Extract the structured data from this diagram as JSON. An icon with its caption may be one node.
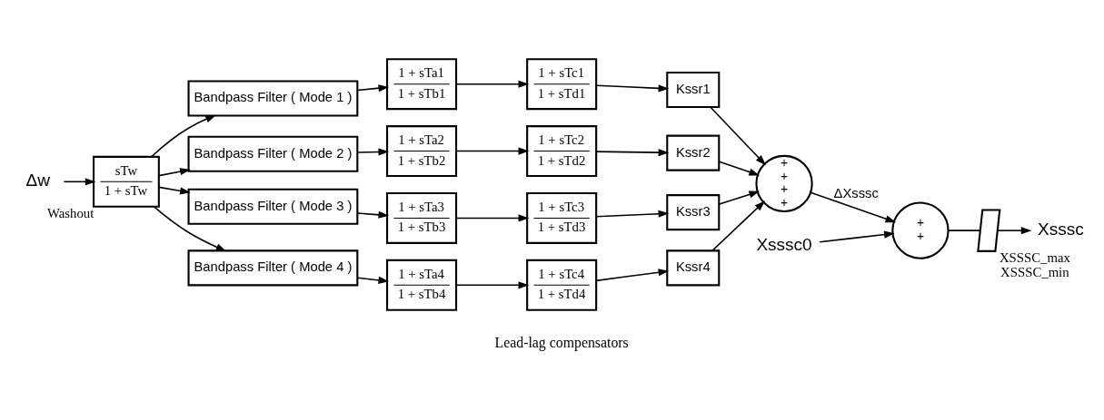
{
  "diagram": {
    "nodes": [
      {
        "text": [
          "Δw"
        ]
      },
      {
        "text": [
          "sTw",
          "1 + sTw"
        ],
        "beside": [
          "Washout"
        ]
      },
      {
        "text": [
          "Bandpass Filter ( Mode 1 )"
        ]
      },
      {
        "text": [
          "1 + sTa1",
          "1 + sTb1"
        ]
      },
      {
        "text": [
          "1 + sTc1",
          "1 + sTd1"
        ]
      },
      {
        "text": [
          "Kssr1"
        ]
      },
      {
        "text": [
          "Bandpass Filter ( Mode 2 )"
        ]
      },
      {
        "text": [
          "1 + sTa2",
          "1 + sTb2"
        ]
      },
      {
        "text": [
          "1 + sTc2",
          "1 + sTd2"
        ]
      },
      {
        "text": [
          "Kssr2"
        ]
      },
      {
        "text": [
          "Bandpass Filter ( Mode 3 )"
        ]
      },
      {
        "text": [
          "1 + sTa3",
          "1 + sTb3"
        ]
      },
      {
        "text": [
          "1 + sTc3",
          "1 + sTd3"
        ]
      },
      {
        "text": [
          "Kssr3"
        ]
      },
      {
        "text": [
          "Bandpass Filter ( Mode 4 )"
        ]
      },
      {
        "text": [
          "1 + sTa4",
          "1 + sTb4"
        ]
      },
      {
        "text": [
          "1 + sTc4",
          "1 + sTd4"
        ]
      },
      {
        "text": [
          "Kssr4"
        ]
      },
      {
        "text": [
          "+",
          "+",
          "+",
          "+"
        ]
      },
      {
        "text": [
          "+",
          "+"
        ]
      },
      {
        "text": [
          "Xsssc0"
        ]
      },
      {
        "text": [],
        "shape": "picture",
        "beside": [
          "XSSSC_max",
          "XSSSC_min"
        ]
      },
      {
        "text": [
          "Xsssc"
        ]
      }
    ],
    "edges": [
      {
        "from": 0,
        "to": 1,
        "arrow": "to"
      },
      {
        "from": 1,
        "to": 2,
        "arrow": "to"
      },
      {
        "from": 1,
        "to": 6,
        "arrow": "to"
      },
      {
        "from": 1,
        "to": 10,
        "arrow": "to"
      },
      {
        "from": 1,
        "to": 14,
        "arrow": "to"
      },
      {
        "from": 2,
        "to": 3,
        "arrow": "to"
      },
      {
        "from": 3,
        "to": 4,
        "arrow": "to"
      },
      {
        "from": 4,
        "to": 5,
        "arrow": "to"
      },
      {
        "from": 5,
        "to": 18,
        "arrow": "to"
      },
      {
        "from": 6,
        "to": 7,
        "arrow": "to"
      },
      {
        "from": 7,
        "to": 8,
        "arrow": "to"
      },
      {
        "from": 8,
        "to": 9,
        "arrow": "to"
      },
      {
        "from": 9,
        "to": 18,
        "arrow": "to"
      },
      {
        "from": 10,
        "to": 11,
        "arrow": "to"
      },
      {
        "from": 11,
        "to": 12,
        "arrow": "to"
      },
      {
        "from": 12,
        "to": 13,
        "arrow": "to"
      },
      {
        "from": 13,
        "to": 18,
        "arrow": "to"
      },
      {
        "from": 14,
        "to": 15,
        "arrow": "to"
      },
      {
        "from": 15,
        "to": 16,
        "arrow": "to"
      },
      {
        "from": 16,
        "to": 17,
        "arrow": "to"
      },
      {
        "from": 17,
        "to": 18,
        "arrow": "to"
      },
      {
        "from": 18,
        "to": 19,
        "arrow": "to",
        "label": "ΔXsssc"
      },
      {
        "from": 20,
        "to": 19,
        "arrow": "to"
      },
      {
        "from": 19,
        "to": 21,
        "arrow": "none"
      },
      {
        "from": 21,
        "to": 22,
        "arrow": "to"
      }
    ],
    "labels": [
      "Lead-lag compensators"
    ]
  }
}
